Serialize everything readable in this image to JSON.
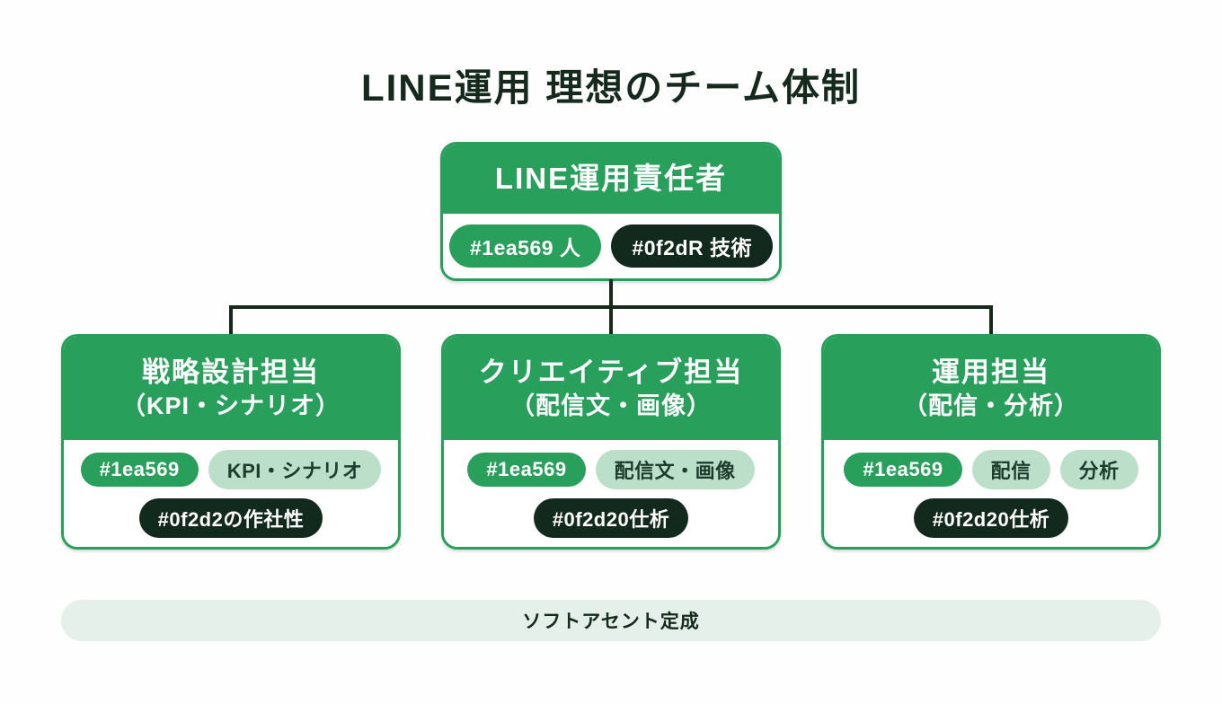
{
  "title": "LINE運用 理想のチーム体制",
  "colors": {
    "green": "#28a05c",
    "dark": "#12291d",
    "mint": "#bcdfca",
    "mint_ink": "#1d3c2b",
    "ink": "#15291d",
    "line": "#16281c",
    "footer_bg": "#e4f0e9"
  },
  "root_box": {
    "title": "LINE運用責任者",
    "badge_rows": [
      [
        {
          "label": "#1ea569 人",
          "style": "green"
        },
        {
          "label": "#0f2dR 技術",
          "style": "dark"
        }
      ]
    ]
  },
  "teams": [
    {
      "title": "戦略設計担当",
      "subtitle": "（KPI・シナリオ）",
      "badge_rows": [
        [
          {
            "label": "#1ea569",
            "style": "green"
          },
          {
            "label": "KPI・シナリオ",
            "style": "mint"
          }
        ],
        [
          {
            "label": "#0f2d2の作社性",
            "style": "dark"
          }
        ]
      ]
    },
    {
      "title": "クリエイティブ担当",
      "subtitle": "（配信文・画像）",
      "badge_rows": [
        [
          {
            "label": "#1ea569",
            "style": "green"
          },
          {
            "label": "配信文・画像",
            "style": "mint"
          }
        ],
        [
          {
            "label": "#0f2d20仕析",
            "style": "dark"
          }
        ]
      ]
    },
    {
      "title": "運用担当",
      "subtitle": "（配信・分析）",
      "badge_rows": [
        [
          {
            "label": "#1ea569",
            "style": "green"
          },
          {
            "label": "配信",
            "style": "mint"
          },
          {
            "label": "分析",
            "style": "mint"
          }
        ],
        [
          {
            "label": "#0f2d20仕析",
            "style": "dark"
          }
        ]
      ]
    }
  ],
  "footer": {
    "label": "ソフトアセント定成"
  }
}
